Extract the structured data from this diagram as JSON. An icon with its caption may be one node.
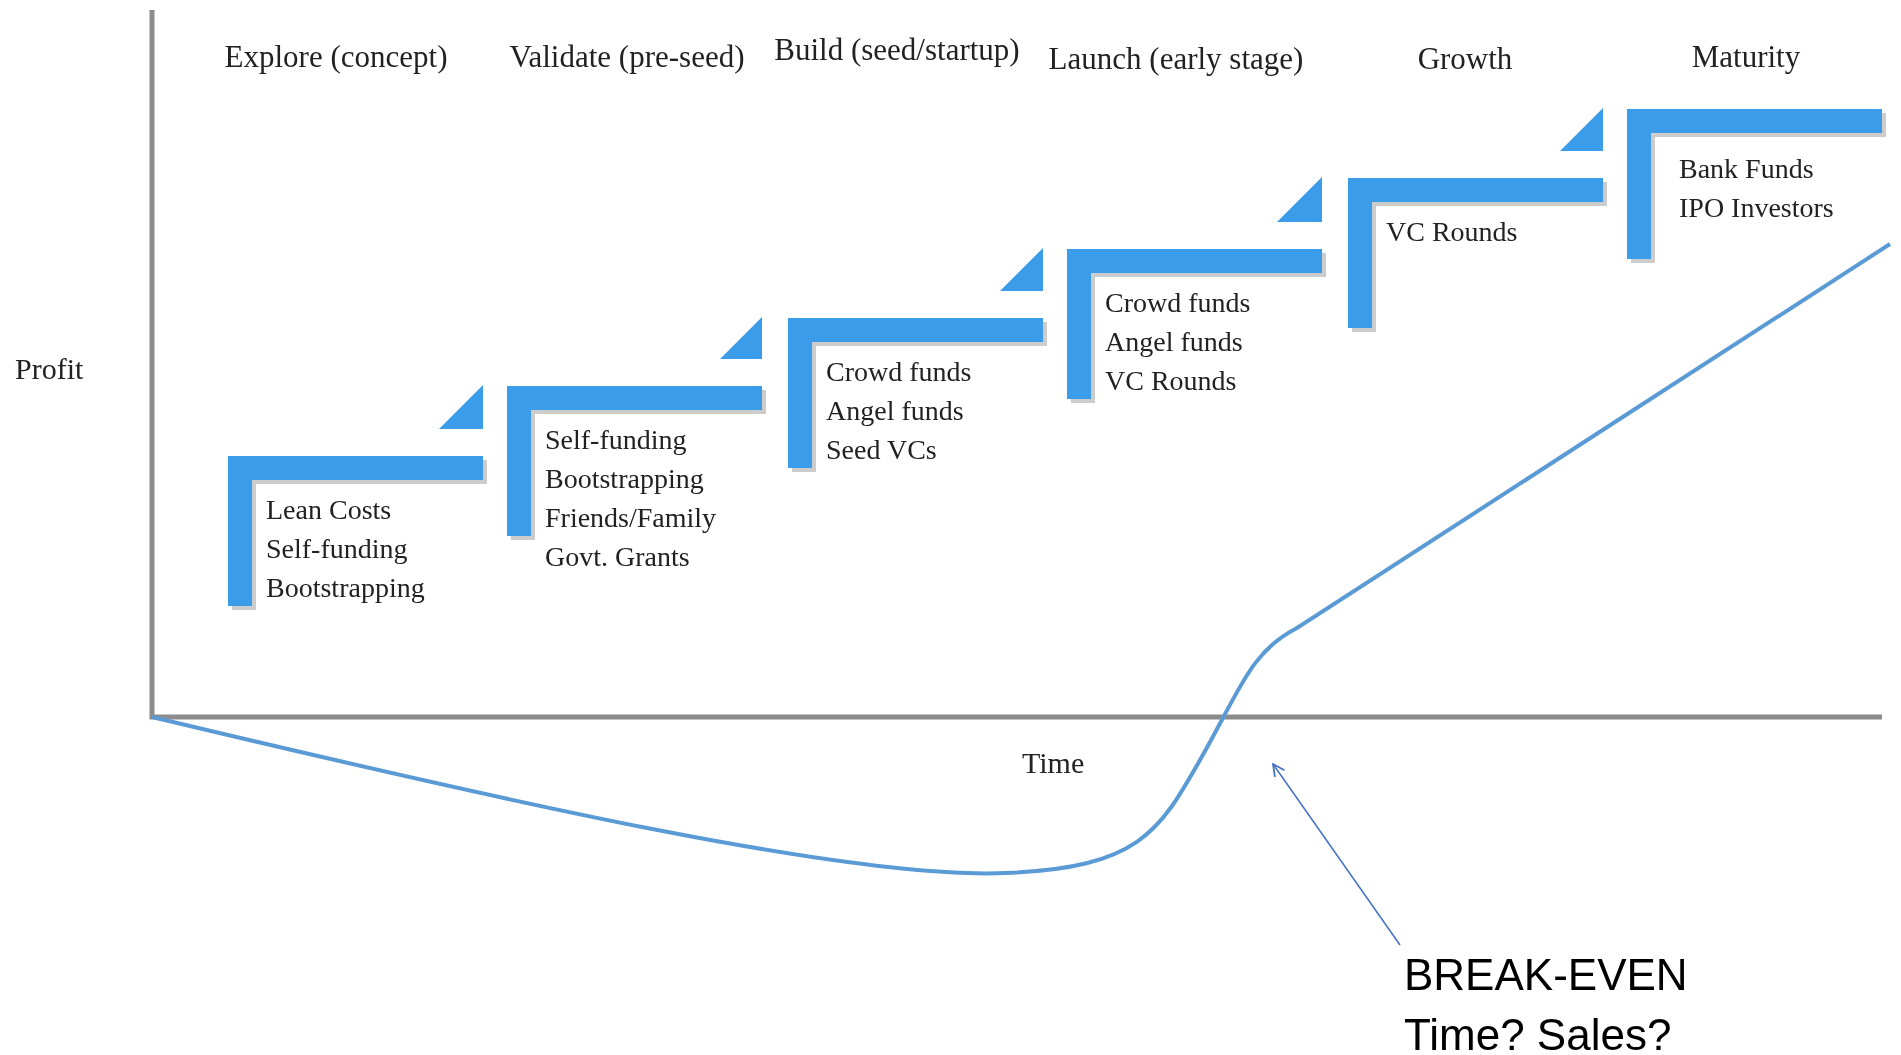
{
  "diagram": {
    "nodes": [
      {
        "text": [
          "Lean Costs",
          "Self-funding",
          "Bootstrapping"
        ]
      },
      {
        "text": [
          "Self-funding",
          "Bootstrapping",
          "Friends/Family",
          "Govt. Grants"
        ]
      },
      {
        "text": [
          "Crowd funds",
          "Angel funds",
          "Seed VCs"
        ]
      },
      {
        "text": [
          "Crowd funds",
          "Angel funds",
          "VC Rounds"
        ]
      },
      {
        "text": [
          "VC Rounds"
        ]
      },
      {
        "text": [
          "Bank Funds",
          "IPO Investors"
        ]
      },
      {
        "text": [
          "BREAK-EVEN",
          "Time? Sales?"
        ]
      }
    ],
    "edges": [
      {
        "from": 1,
        "to": 0,
        "arrow": "to"
      },
      {
        "from": 2,
        "to": 1,
        "arrow": "to"
      },
      {
        "from": 3,
        "to": 2,
        "arrow": "to"
      },
      {
        "from": 4,
        "to": 3,
        "arrow": "to"
      },
      {
        "from": 5,
        "to": 4,
        "arrow": "to"
      },
      {
        "from": 6,
        "to": null,
        "arrow": "to"
      }
    ],
    "labels": [
      "Explore (concept)",
      "Validate (pre-seed)",
      "Build (seed/startup)",
      "Launch (early stage)",
      "Growth",
      "Maturity",
      "Profit",
      "Time"
    ]
  }
}
